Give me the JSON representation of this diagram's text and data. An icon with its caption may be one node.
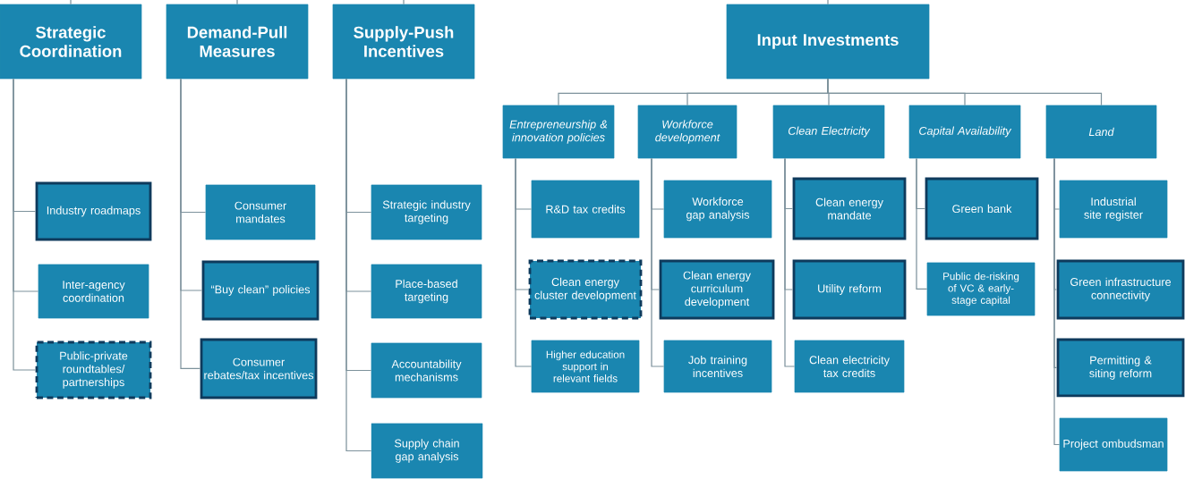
{
  "diagram": {
    "nodes": [
      {
        "text": [
          "Strategic Coordination"
        ]
      },
      {
        "text": [
          "Demand-Pull Measures"
        ]
      },
      {
        "text": [
          "Supply-Push Incentives"
        ]
      },
      {
        "text": [
          "Input Investments"
        ]
      },
      {
        "text": [
          "Entrepreneurship & innovation policies"
        ]
      },
      {
        "text": [
          "Workforce development"
        ]
      },
      {
        "text": [
          "Clean Electricity"
        ]
      },
      {
        "text": [
          "Capital Availability"
        ]
      },
      {
        "text": [
          "Land"
        ]
      },
      {
        "text": [
          "Industry roadmaps"
        ]
      },
      {
        "text": [
          "Inter-agency coordination"
        ]
      },
      {
        "text": [
          "Public-private roundtables/ partnerships"
        ]
      },
      {
        "text": [
          "Consumer mandates"
        ]
      },
      {
        "text": [
          "“Buy clean” policies"
        ]
      },
      {
        "text": [
          "Consumer rebates/tax incentives"
        ]
      },
      {
        "text": [
          "Strategic industry targeting"
        ]
      },
      {
        "text": [
          "Place-based targeting"
        ]
      },
      {
        "text": [
          "Accountability mechanisms"
        ]
      },
      {
        "text": [
          "Supply chain gap analysis"
        ]
      },
      {
        "text": [
          "R&D tax credits"
        ]
      },
      {
        "text": [
          "Clean energy cluster development"
        ]
      },
      {
        "text": [
          "Higher education support in relevant fields"
        ]
      },
      {
        "text": [
          "Workforce gap analysis"
        ]
      },
      {
        "text": [
          "Clean energy curriculum development"
        ]
      },
      {
        "text": [
          "Job training incentives"
        ]
      },
      {
        "text": [
          "Clean energy mandate"
        ]
      },
      {
        "text": [
          "Utility reform"
        ]
      },
      {
        "text": [
          "Clean electricity tax credits"
        ]
      },
      {
        "text": [
          "Green bank"
        ]
      },
      {
        "text": [
          "Public de-risking of VC & early-stage capital"
        ]
      },
      {
        "text": [
          "Industrial site register"
        ]
      },
      {
        "text": [
          "Green infrastructure connectivity"
        ]
      },
      {
        "text": [
          "Permitting & siting reform"
        ]
      },
      {
        "text": [
          "Project ombudsman"
        ]
      }
    ],
    "edges": [
      {
        "from": null,
        "to": 0,
        "arrow": "none"
      },
      {
        "from": null,
        "to": 1,
        "arrow": "none"
      },
      {
        "from": null,
        "to": 2,
        "arrow": "none"
      },
      {
        "from": null,
        "to": 3,
        "arrow": "none"
      },
      {
        "from": 3,
        "to": 4,
        "arrow": "none"
      },
      {
        "from": 3,
        "to": 5,
        "arrow": "none"
      },
      {
        "from": 3,
        "to": 6,
        "arrow": "none"
      },
      {
        "from": 3,
        "to": 7,
        "arrow": "none"
      },
      {
        "from": 3,
        "to": 8,
        "arrow": "none"
      },
      {
        "from": 0,
        "to": 9,
        "arrow": "none"
      },
      {
        "from": 0,
        "to": 10,
        "arrow": "none"
      },
      {
        "from": 0,
        "to": 11,
        "arrow": "none"
      },
      {
        "from": 1,
        "to": 12,
        "arrow": "none"
      },
      {
        "from": 1,
        "to": 13,
        "arrow": "none"
      },
      {
        "from": 1,
        "to": 14,
        "arrow": "none"
      },
      {
        "from": 2,
        "to": 15,
        "arrow": "none"
      },
      {
        "from": 2,
        "to": 16,
        "arrow": "none"
      },
      {
        "from": 2,
        "to": 17,
        "arrow": "none"
      },
      {
        "from": 2,
        "to": 18,
        "arrow": "none"
      },
      {
        "from": 4,
        "to": 19,
        "arrow": "none"
      },
      {
        "from": 4,
        "to": 20,
        "arrow": "none"
      },
      {
        "from": 4,
        "to": 21,
        "arrow": "none"
      },
      {
        "from": 5,
        "to": 22,
        "arrow": "none"
      },
      {
        "from": 5,
        "to": 23,
        "arrow": "none"
      },
      {
        "from": 5,
        "to": 24,
        "arrow": "none"
      },
      {
        "from": 6,
        "to": 25,
        "arrow": "none"
      },
      {
        "from": 6,
        "to": 26,
        "arrow": "none"
      },
      {
        "from": 6,
        "to": 27,
        "arrow": "none"
      },
      {
        "from": 7,
        "to": 28,
        "arrow": "none"
      },
      {
        "from": 7,
        "to": 29,
        "arrow": "none"
      },
      {
        "from": 8,
        "to": 30,
        "arrow": "none"
      },
      {
        "from": 8,
        "to": 31,
        "arrow": "none"
      },
      {
        "from": 8,
        "to": 32,
        "arrow": "none"
      },
      {
        "from": 8,
        "to": 33,
        "arrow": "none"
      }
    ]
  }
}
